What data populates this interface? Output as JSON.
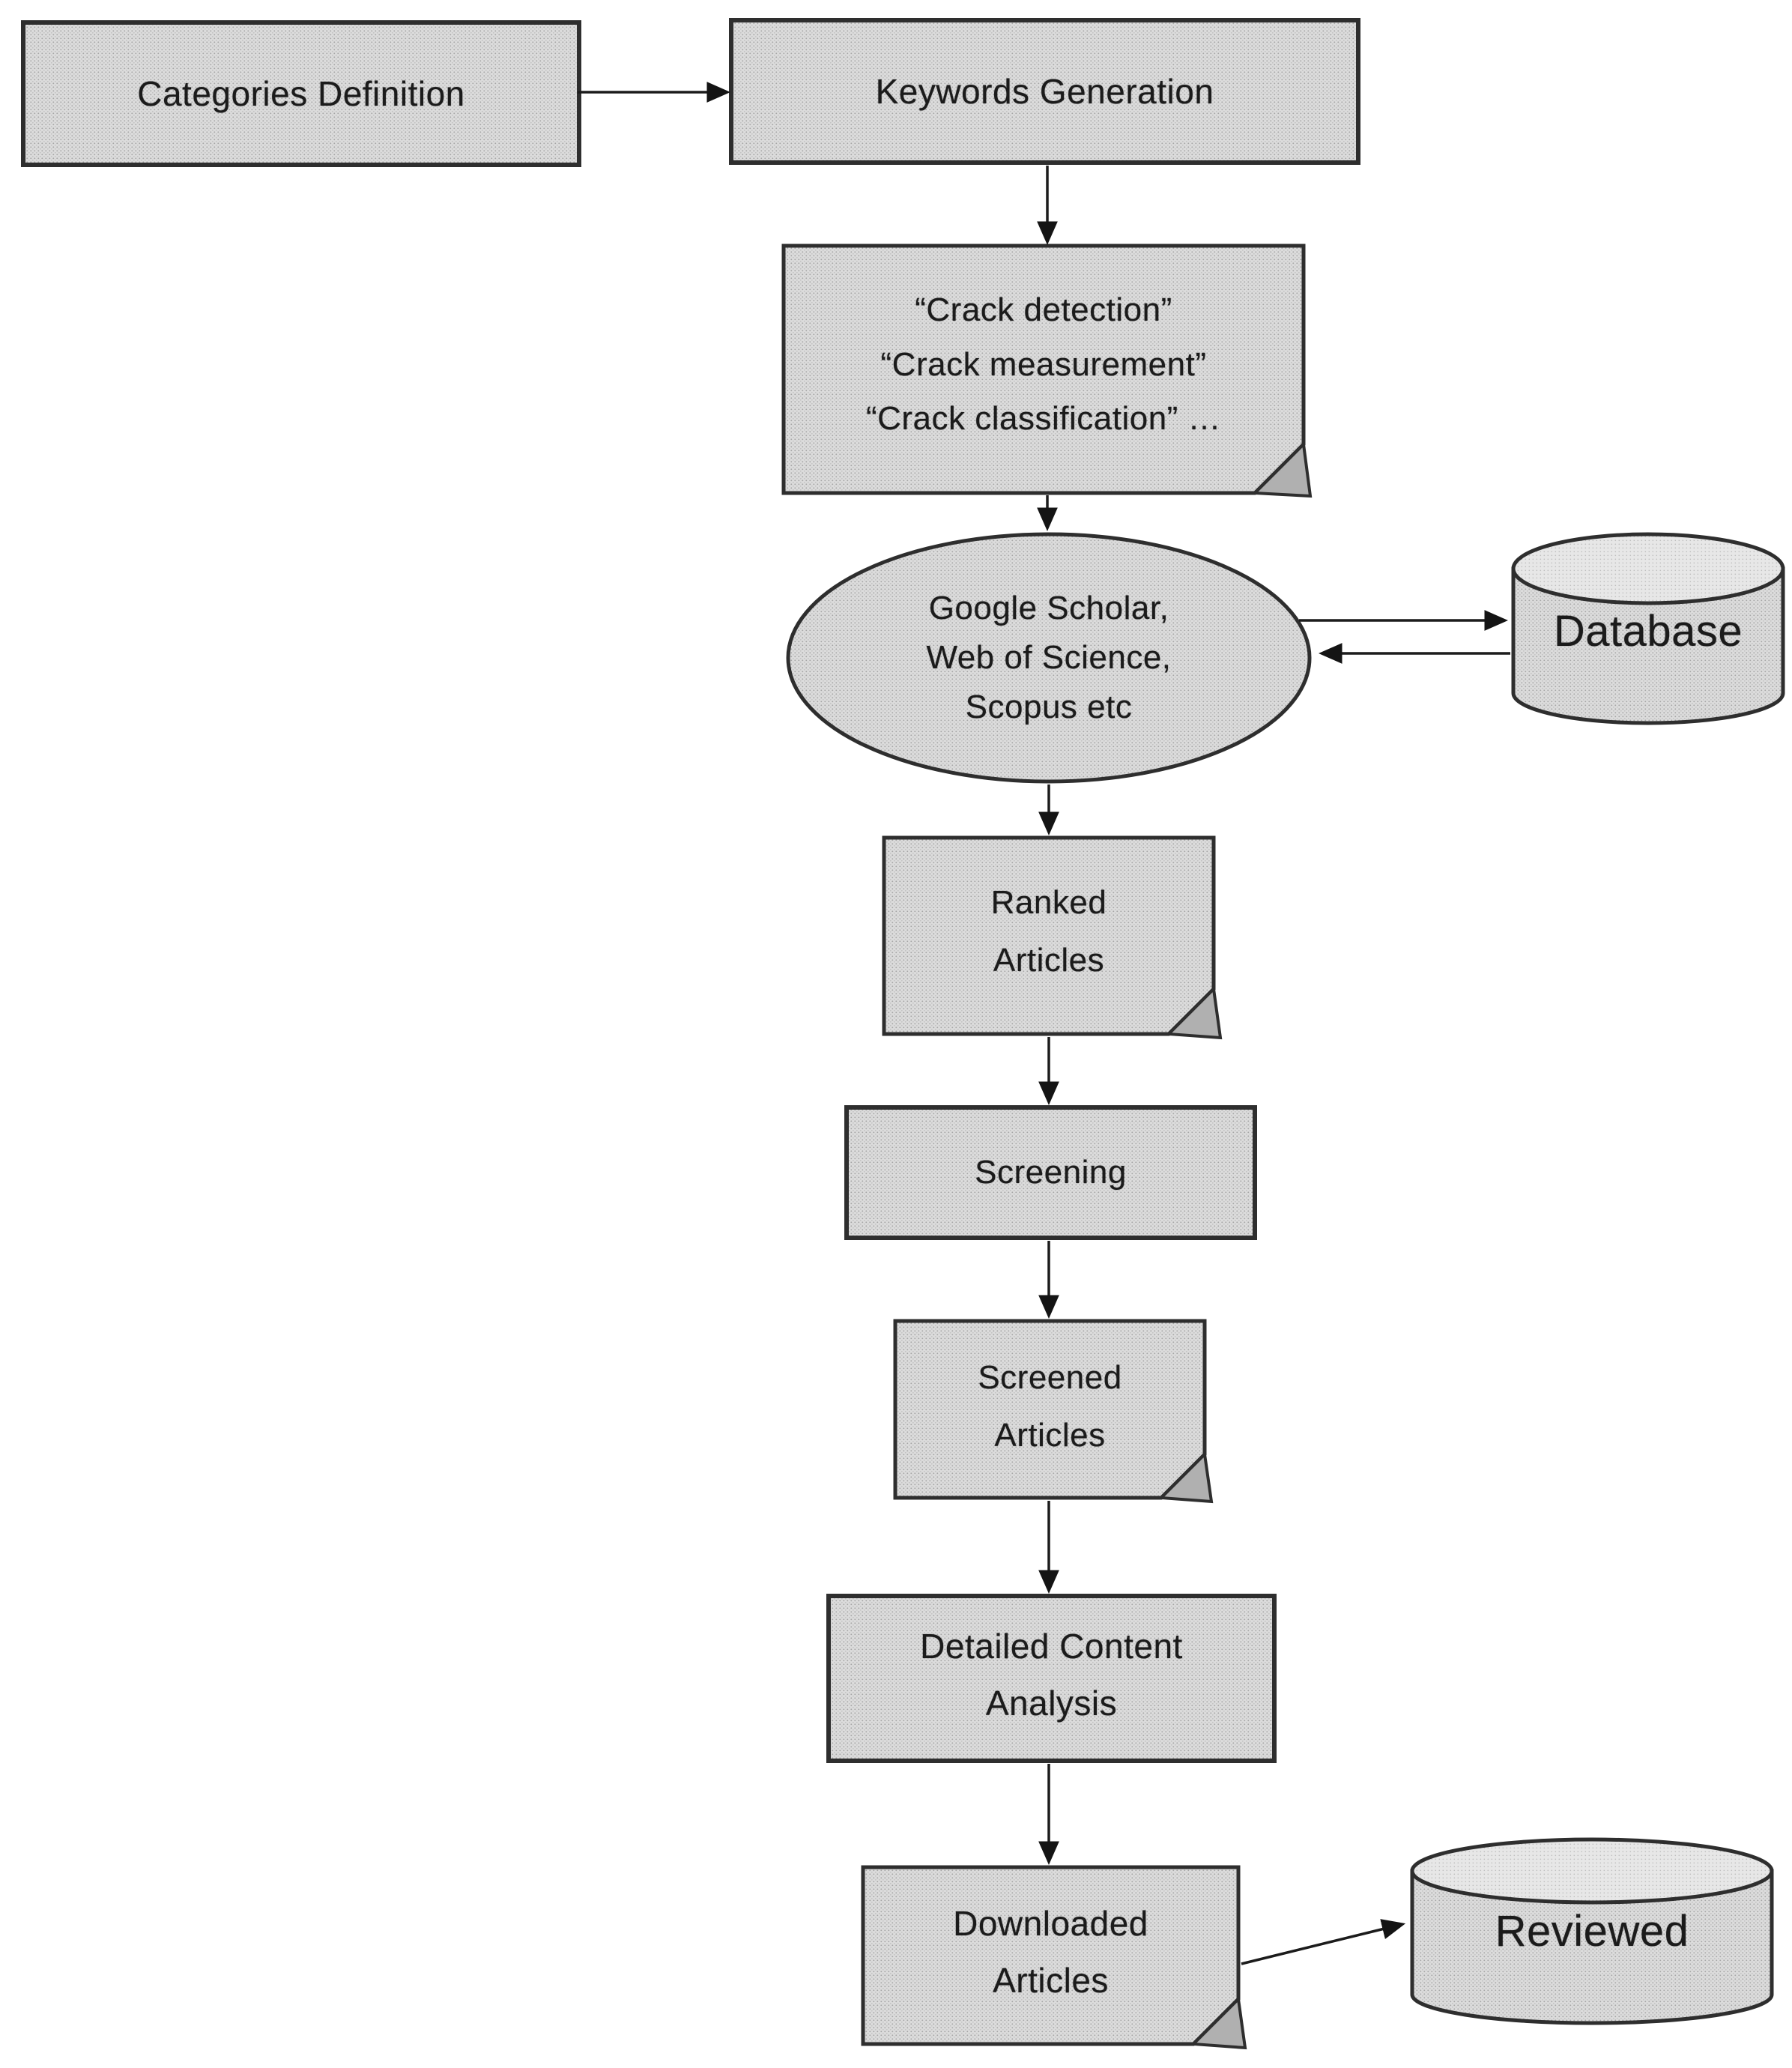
{
  "nodes": {
    "categories": {
      "label": "Categories Definition"
    },
    "keywords": {
      "label": "Keywords Generation"
    },
    "keyword_examples": {
      "line1": "“Crack detection”",
      "line2": "“Crack measurement”",
      "line3": "“Crack classification” …"
    },
    "search_sources": {
      "line1": "Google Scholar,",
      "line2": "Web of Science,",
      "line3": "Scopus etc"
    },
    "database": {
      "label": "Database"
    },
    "ranked_articles": {
      "line1": "Ranked",
      "line2": "Articles"
    },
    "screening": {
      "label": "Screening"
    },
    "screened_articles": {
      "line1": "Screened",
      "line2": "Articles"
    },
    "detailed_content_analysis": {
      "line1": "Detailed Content",
      "line2": "Analysis"
    },
    "downloaded_articles": {
      "line1": "Downloaded",
      "line2": "Articles"
    },
    "reviewed": {
      "label": "Reviewed"
    }
  },
  "colors": {
    "background": "#ffffff",
    "shape_fill": "#dcdcdc",
    "shape_fill_dot": "#a6a6a6",
    "shape_border": "#2e2e2e",
    "fold_fill": "#b0b0b0",
    "arrow": "#1c1c1c",
    "text": "#1b1b1b"
  }
}
